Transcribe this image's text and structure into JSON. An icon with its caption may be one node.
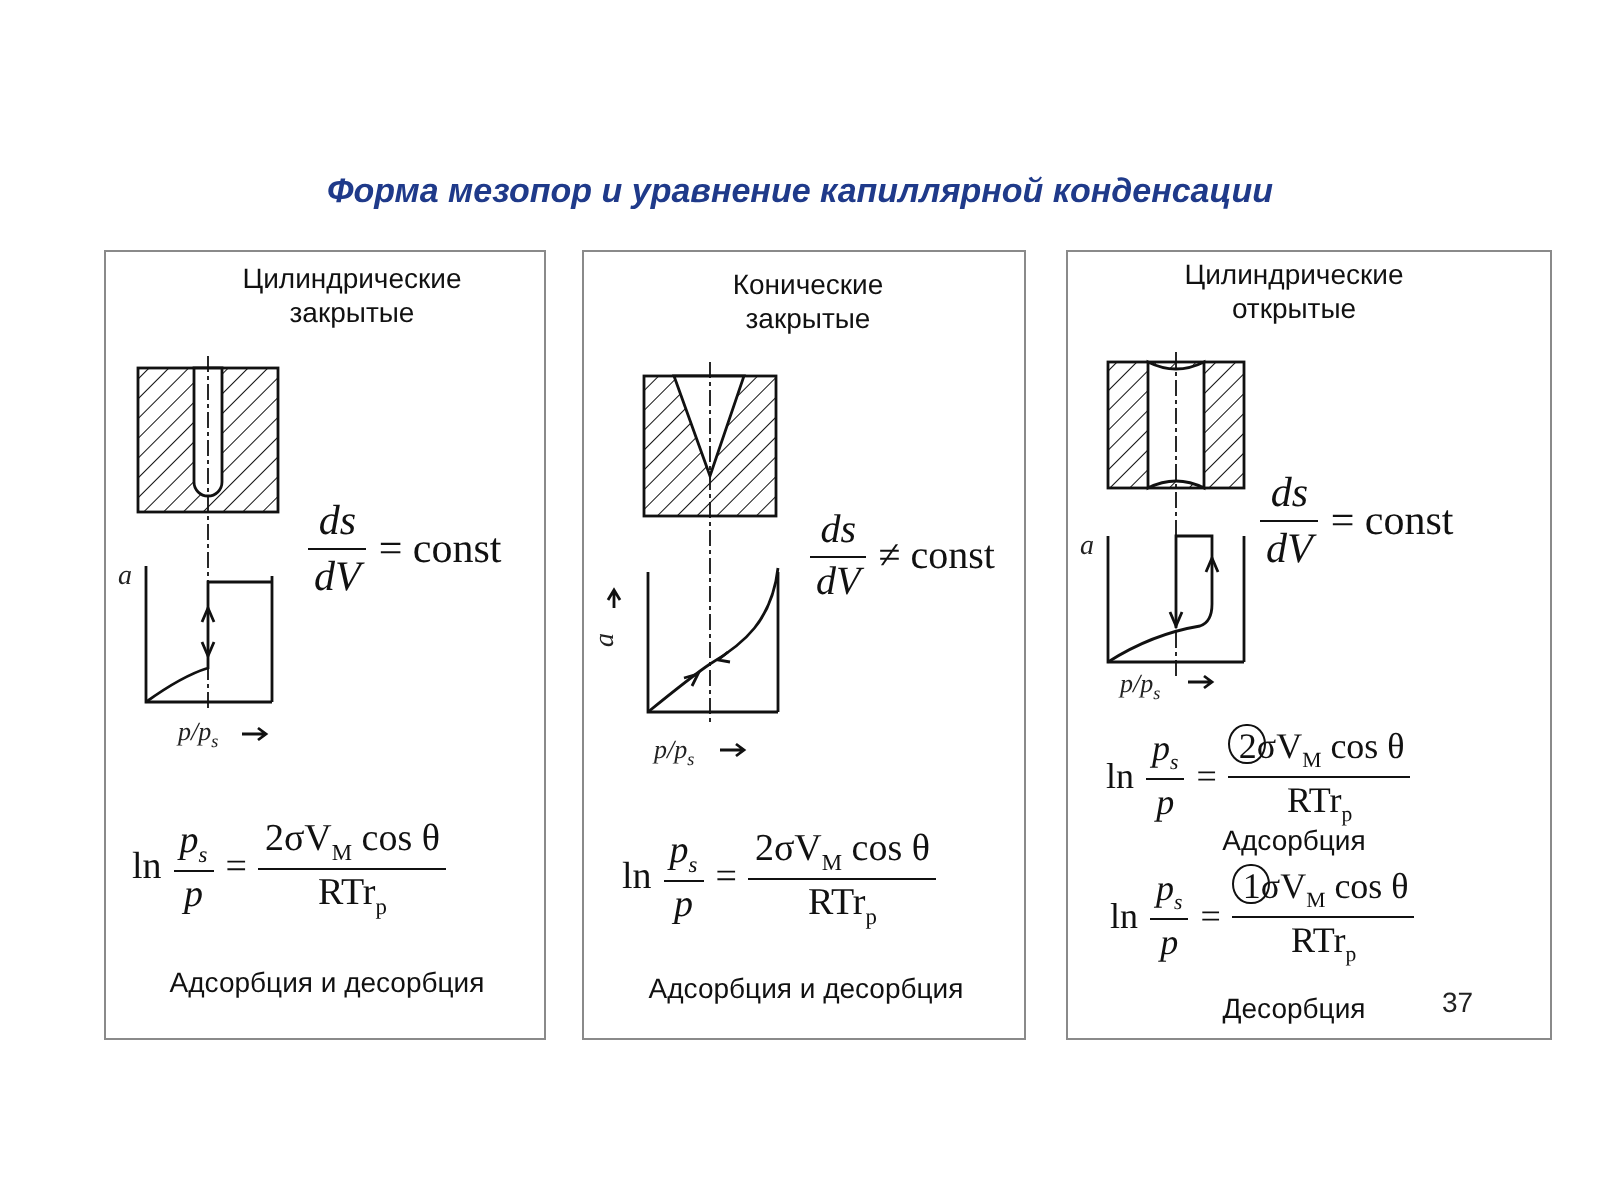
{
  "diagram": {
    "title": "Форма мезопор и уравнение капиллярной конденсации",
    "nodes": [
      {
        "text": [
          "Цилиндрические закрытые",
          "ds",
          "dV",
          "= const",
          "ln",
          "p$_{s}$",
          "p",
          "=",
          "2σV$_{M}$ cos θ",
          "RTr$_{p}$",
          "Адсорбция и десорбция"
        ]
      },
      {
        "text": [
          "Конические закрытые",
          "ds",
          "dV",
          "≠ const",
          "ln",
          "p$_{s}$",
          "p",
          "=",
          "2σV$_{M}$ cos θ",
          "RTr$_{p}$",
          "Адсорбция и десорбция"
        ]
      },
      {
        "text": [
          "Цилиндрические открытые",
          "ds",
          "dV",
          "= const",
          "ln",
          "p$_{s}$",
          "p",
          "=",
          "2σV$_{M}$ cos θ",
          "RTr$_{p}$",
          "Адсорбция",
          "ln",
          "p$_{s}$",
          "p",
          "=",
          "1σV$_{M}$ cos θ",
          "RTr$_{p}$",
          "Десорбция"
        ]
      }
    ],
    "labels": [
      "a",
      "p/p$_{s}$",
      "a",
      "p/p$_{s}$",
      "a",
      "p/p$_{s}$",
      "37"
    ]
  }
}
